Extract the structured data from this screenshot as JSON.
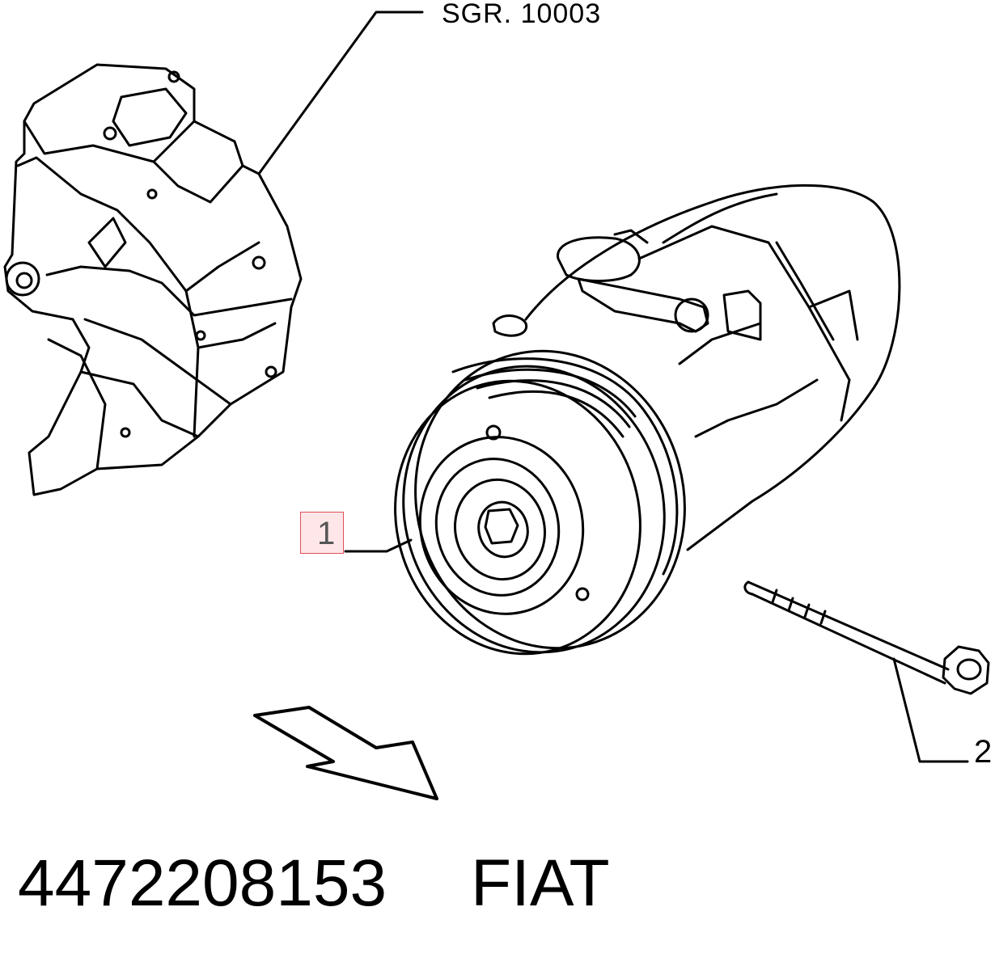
{
  "diagram": {
    "reference_label": "SGR. 10003",
    "callouts": [
      "1",
      "2"
    ],
    "footer": {
      "part_number": "4472208153",
      "brand": "FIAT"
    },
    "highlight_color": "#e0505a"
  }
}
